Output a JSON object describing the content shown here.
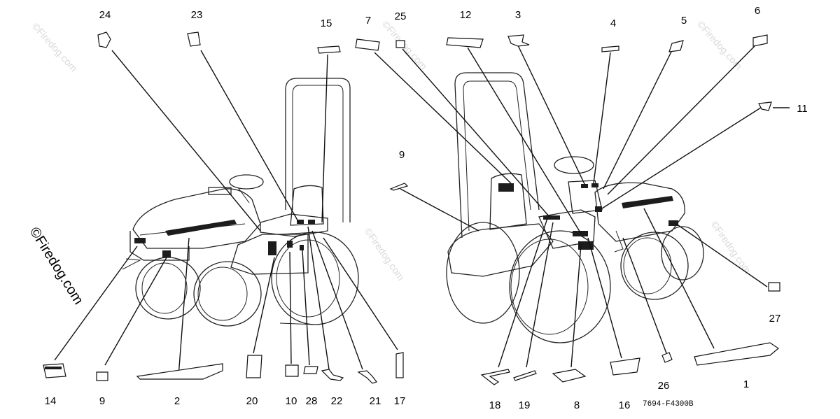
{
  "diagram_code": "7694-F4300B",
  "watermark": "©Firedog.com",
  "callouts": [
    "24",
    "23",
    "15",
    "7",
    "25",
    "12",
    "3",
    "4",
    "5",
    "6",
    "11",
    "9",
    "27",
    "14",
    "9",
    "2",
    "20",
    "10",
    "28",
    "22",
    "21",
    "17",
    "18",
    "19",
    "8",
    "16",
    "26",
    "1"
  ]
}
